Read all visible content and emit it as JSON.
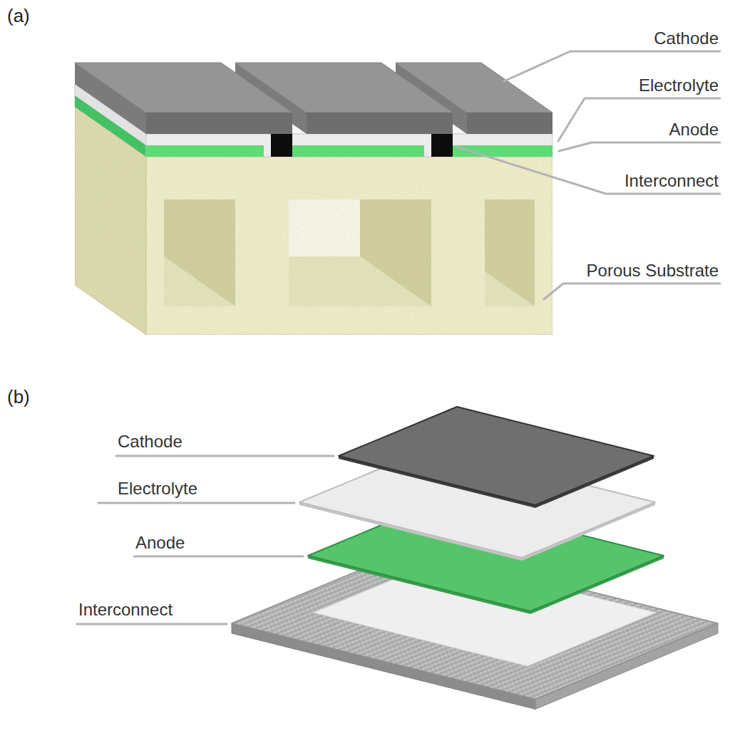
{
  "diagram": {
    "labels": [
      "(a)",
      "Cathode",
      "Electrolyte",
      "Anode",
      "Interconnect",
      "Porous Substrate",
      "(b)",
      "Cathode",
      "Electrolyte",
      "Anode",
      "Interconnect"
    ]
  }
}
